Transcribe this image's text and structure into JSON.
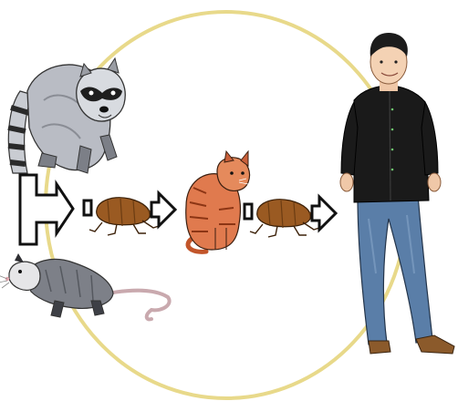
{
  "diagram": {
    "nodes": [
      {
        "id": "raccoon",
        "icon": "raccoon-icon"
      },
      {
        "id": "opossum",
        "icon": "opossum-icon"
      },
      {
        "id": "flea-1",
        "icon": "flea-icon"
      },
      {
        "id": "cat",
        "icon": "cat-icon"
      },
      {
        "id": "flea-2",
        "icon": "flea-icon"
      },
      {
        "id": "human",
        "icon": "human-icon"
      }
    ],
    "edges": [
      {
        "from": "raccoon",
        "to": "flea-1"
      },
      {
        "from": "opossum",
        "to": "flea-1"
      },
      {
        "from": "flea-1",
        "to": "cat"
      },
      {
        "from": "cat",
        "to": "flea-2"
      },
      {
        "from": "flea-2",
        "to": "human"
      }
    ]
  },
  "colors": {
    "cycle_ring": "#e8d98a",
    "arrow_outline": "#111111",
    "arrow_fill": "#ffffff",
    "raccoon_fur": "#b9bcc4",
    "opossum_fur": "#7d8088",
    "cat_fur": "#e07a4e",
    "flea_body": "#9a5a22",
    "shirt": "#1a1a1a",
    "jeans": "#5a7ea8"
  }
}
